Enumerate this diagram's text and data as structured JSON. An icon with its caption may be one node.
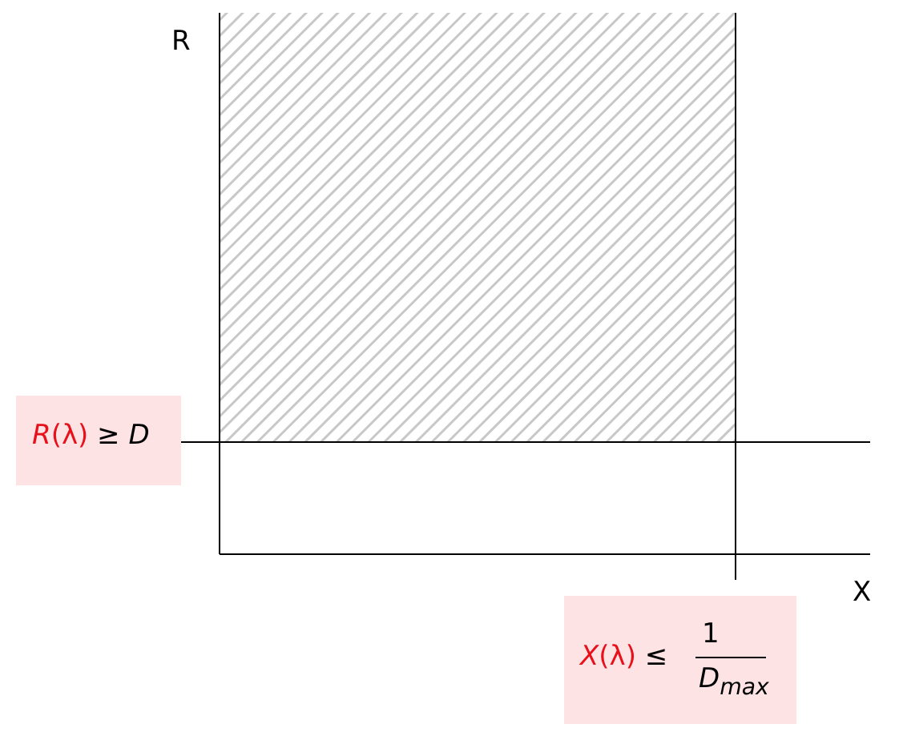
{
  "diagram": {
    "labels": [
      "R",
      "*R*(λ) ≥ *D*",
      "X",
      "*X*(λ) ≤",
      "1",
      "D$_{max}$"
    ]
  }
}
